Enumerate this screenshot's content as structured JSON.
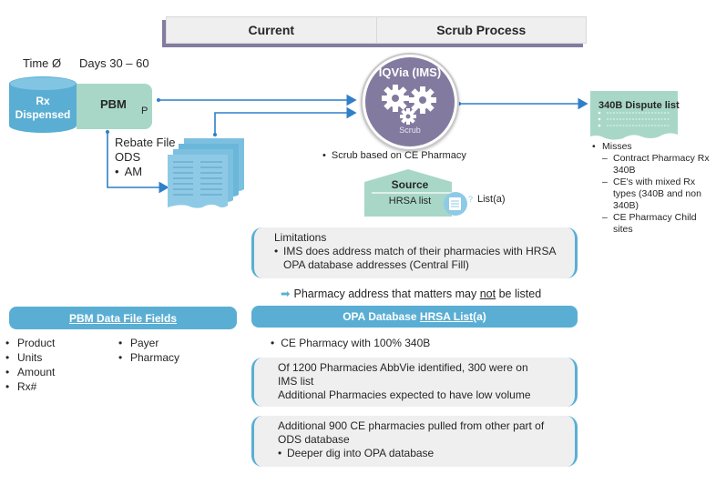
{
  "header": {
    "tabs": [
      {
        "label": "Current"
      },
      {
        "label": "Scrub Process"
      }
    ]
  },
  "timeline": {
    "time_label": "Time Ø",
    "days_label": "Days 30 – 60"
  },
  "rx_dispensed": {
    "line1": "Rx",
    "line2": "Dispensed"
  },
  "pbm": {
    "title": "PBM",
    "marker": "P"
  },
  "rebate": {
    "line1": "Rebate File",
    "line2": "ODS",
    "bullet": "AM"
  },
  "scrub_engine": {
    "title": "IQVia (IMS)",
    "subtitle": "Scrub",
    "note": "Scrub based on CE Pharmacy"
  },
  "source": {
    "title": "Source",
    "value": "HRSA list",
    "list_label": "List(a)"
  },
  "dispute": {
    "title": "340B Dispute list",
    "misses_label": "Misses",
    "misses": [
      "Contract Pharmacy Rx 340B",
      "CE's with mixed Rx types (340B and non 340B)",
      "CE Pharmacy Child sites"
    ]
  },
  "limitations": {
    "title": "Limitations",
    "bullet": "IMS does address match of their pharmacies with HRSA OPA database addresses (Central Fill)",
    "callout_pre": "Pharmacy address that matters may ",
    "callout_emph": "not",
    "callout_post": " be listed"
  },
  "pbm_fields": {
    "title": "PBM Data File Fields",
    "col1": [
      "Product",
      "Units",
      "Amount",
      "Rx#"
    ],
    "col2": [
      "Payer",
      "Pharmacy"
    ]
  },
  "opa": {
    "title_pre": "OPA Database ",
    "title_link": "HRSA List",
    "title_post": " (a)",
    "bullet": "CE Pharmacy with 100% 340B",
    "box1_line1": "Of 1200 Pharmacies AbbVie identified, 300 were on IMS list",
    "box1_line2": "Additional Pharmacies expected to have low volume",
    "box2_line1": "Additional 900 CE pharmacies pulled from other part of ODS database",
    "box2_bullet": "Deeper dig into OPA database"
  },
  "colors": {
    "accent_blue": "#5aaed3",
    "teal": "#a8d7c8",
    "purple": "#837aa0",
    "note_bg": "#efefef"
  }
}
